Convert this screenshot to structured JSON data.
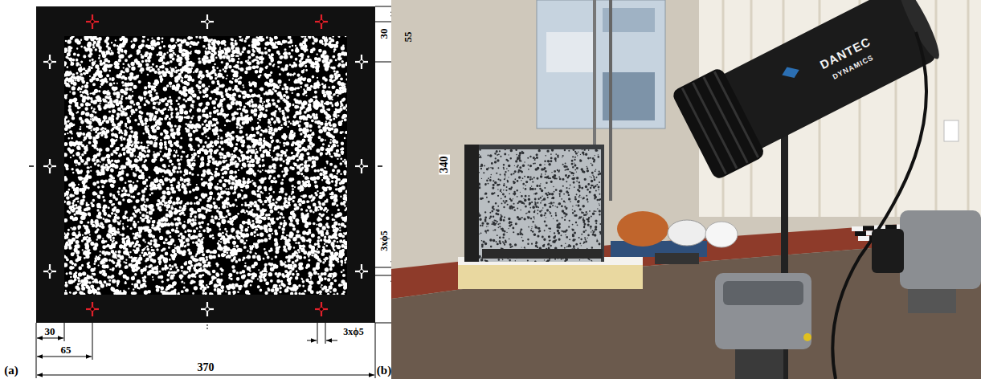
{
  "diagram": {
    "labels": [
      "(a)",
      "30",
      "55",
      "340",
      "3xϕ5",
      "30",
      "65",
      "370",
      "3xϕ5",
      "(b)",
      "DANTEC",
      "DYNAMICS"
    ]
  }
}
